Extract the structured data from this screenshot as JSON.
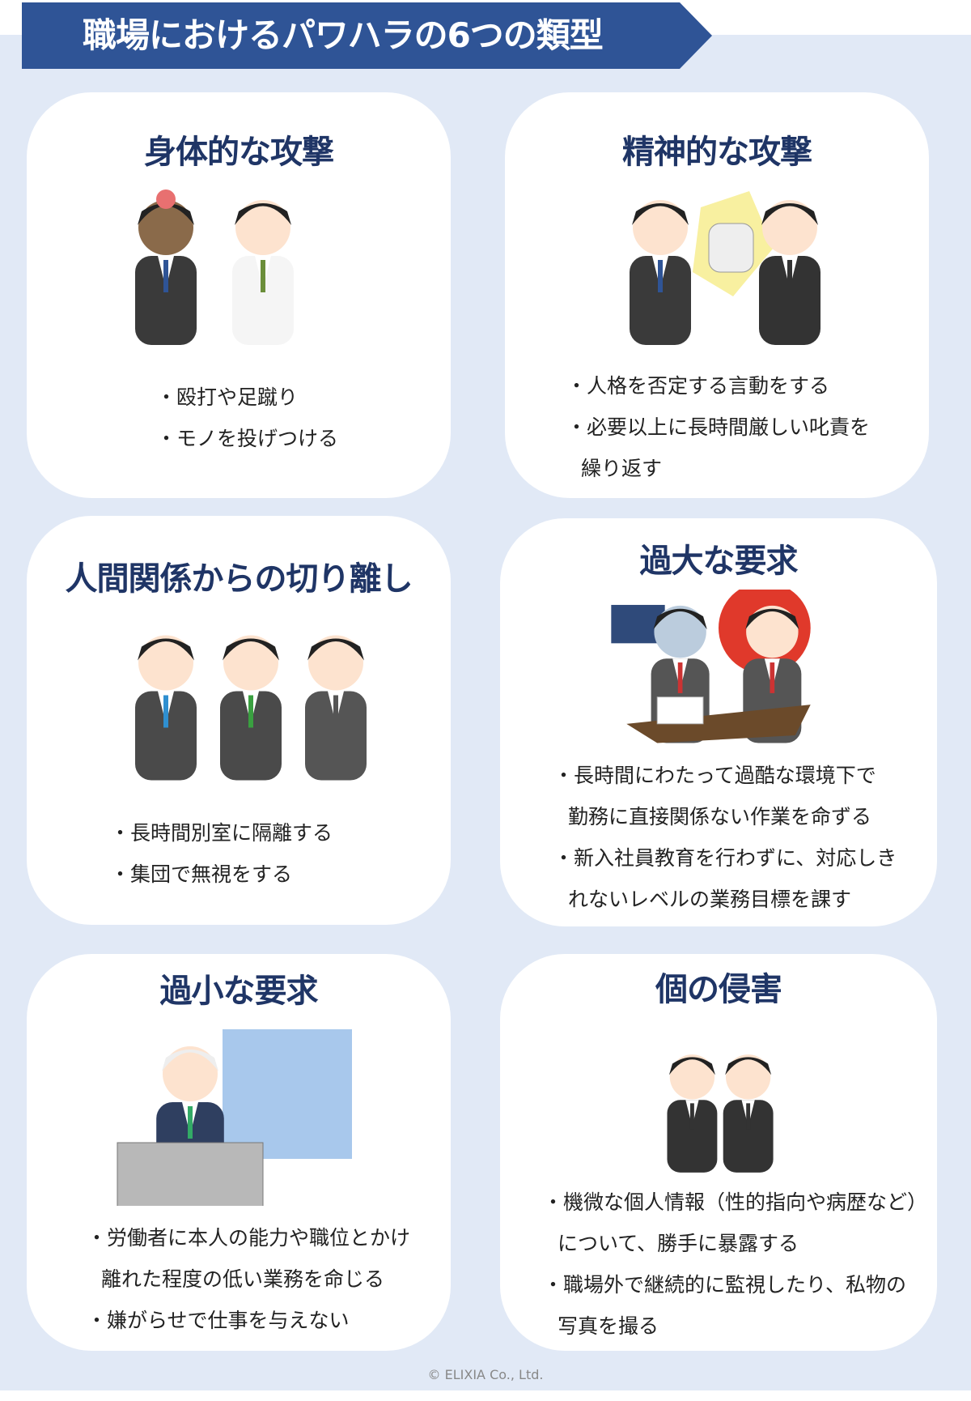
{
  "title": "職場におけるパワハラの6つの類型",
  "colors": {
    "banner": "#2f5496",
    "background": "#e1e9f6",
    "card_title": "#1f3566"
  },
  "cards": [
    {
      "title": "身体的な攻撃",
      "illustration": "boss-hitting-employee-illustration",
      "items": [
        {
          "lines": [
            "・殴打や足蹴り"
          ]
        },
        {
          "lines": [
            "・モノを投げつける"
          ]
        }
      ]
    },
    {
      "title": "精神的な攻撃",
      "illustration": "boss-yelling-at-employee-illustration",
      "items": [
        {
          "lines": [
            "・人格を否定する言動をする"
          ]
        },
        {
          "lines": [
            "・必要以上に長時間厳しい叱責を",
            "繰り返す"
          ]
        }
      ]
    },
    {
      "title": "人間関係からの切り離し",
      "illustration": "coworkers-ignoring-employee-illustration",
      "items": [
        {
          "lines": [
            "・長時間別室に隔離する"
          ]
        },
        {
          "lines": [
            "・集団で無視をする"
          ]
        }
      ]
    },
    {
      "title": "過大な要求",
      "illustration": "overworked-employee-at-night-illustration",
      "items": [
        {
          "lines": [
            "・長時間にわたって過酷な環境下で",
            "勤務に直接関係ない作業を命ずる"
          ]
        },
        {
          "lines": [
            "・新入社員教育を行わずに、対応しき",
            "れないレベルの業務目標を課す"
          ]
        }
      ]
    },
    {
      "title": "過小な要求",
      "illustration": "idle-employee-at-desk-illustration",
      "items": [
        {
          "lines": [
            "・労働者に本人の能力や職位とかけ",
            "離れた程度の低い業務を命じる"
          ]
        },
        {
          "lines": [
            "・嫌がらせで仕事を与えない"
          ]
        }
      ]
    },
    {
      "title": "個の侵害",
      "illustration": "coworker-gossiping-illustration",
      "items": [
        {
          "lines": [
            "・機微な個人情報（性的指向や病歴など）",
            "について、勝手に暴露する"
          ]
        },
        {
          "lines": [
            "・職場外で継続的に監視したり、私物の",
            "写真を撮る"
          ]
        }
      ]
    }
  ],
  "footer": "© ELIXIA Co., Ltd."
}
